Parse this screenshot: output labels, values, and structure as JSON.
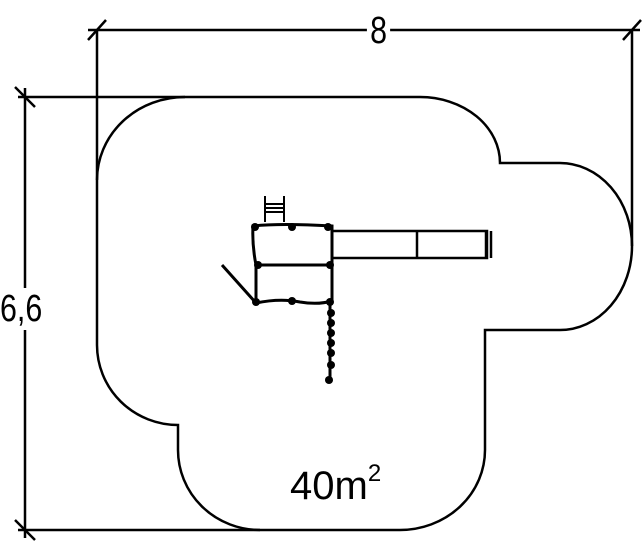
{
  "dimensions": {
    "width": "8",
    "height": "6,6"
  },
  "area": {
    "value": "40m",
    "superscript": "2"
  }
}
